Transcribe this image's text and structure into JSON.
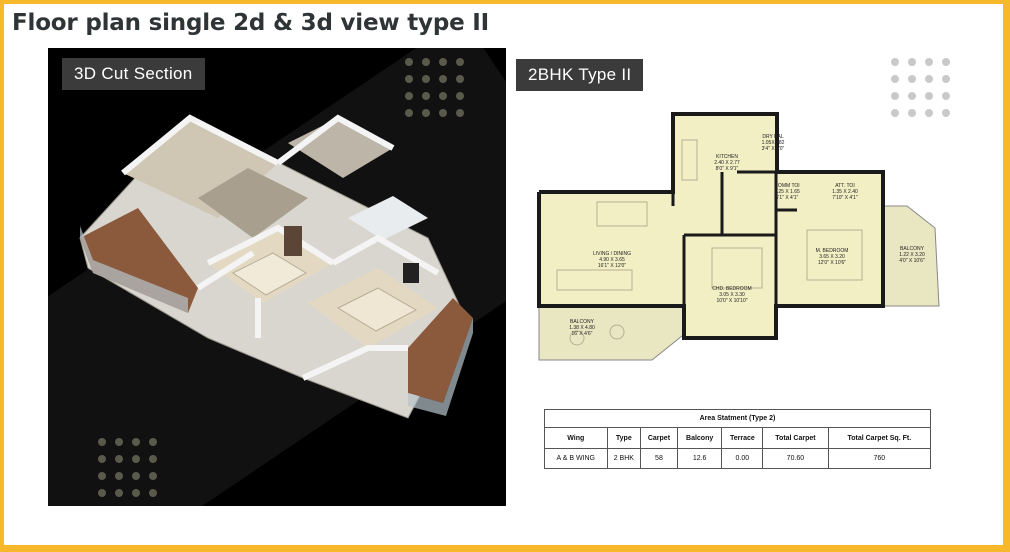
{
  "page": {
    "title": "Floor plan single 2d & 3d view type II"
  },
  "left": {
    "label": "3D Cut Section"
  },
  "right": {
    "label": "2BHK Type II"
  },
  "plan": {
    "rooms": [
      {
        "name": "DRY BAL",
        "size1": "1.05X1.82",
        "size2": "3'4\" X 6'0\""
      },
      {
        "name": "KITCHEN",
        "size1": "2.40 X 2.77",
        "size2": "8'0\" X 9'1\""
      },
      {
        "name": "COMM TOI",
        "size1": "1.25 X 1.65",
        "size2": "6'1\" X 4'1\""
      },
      {
        "name": "ATT. TOI",
        "size1": "1.35 X 2.40",
        "size2": "7'10\" X 4'1\""
      },
      {
        "name": "LIVING / DINING",
        "size1": "4.90 X 3.65",
        "size2": "16'1\" X 12'0\""
      },
      {
        "name": "M. BEDROOM",
        "size1": "3.65 X 3.20",
        "size2": "12'0\" X 10'6\""
      },
      {
        "name": "BALCONY",
        "size1": "1.22 X 3.20",
        "size2": "4'0\" X 10'6\""
      },
      {
        "name": "CHD. BEDROOM",
        "size1": "3.05 X 3.30",
        "size2": "10'0\" X 10'10\""
      },
      {
        "name": "BALCONY",
        "size1": "1.38 X 4.80",
        "size2": "16' X 4'6\""
      }
    ]
  },
  "table": {
    "caption": "Area Statment (Type 2)",
    "headers": [
      "Wing",
      "Type",
      "Carpet",
      "Balcony",
      "Terrace",
      "Total Carpet",
      "Total Carpet Sq. Ft."
    ],
    "rows": [
      [
        "A & B WING",
        "2 BHK",
        "58",
        "12.6",
        "0.00",
        "70.60",
        "760"
      ]
    ]
  },
  "colors": {
    "border": "#f7b92b",
    "title": "#2f3437",
    "plan_fill": "#f3efc4",
    "wall": "#1a1a1a",
    "label_bg": "#3b3b3b"
  }
}
